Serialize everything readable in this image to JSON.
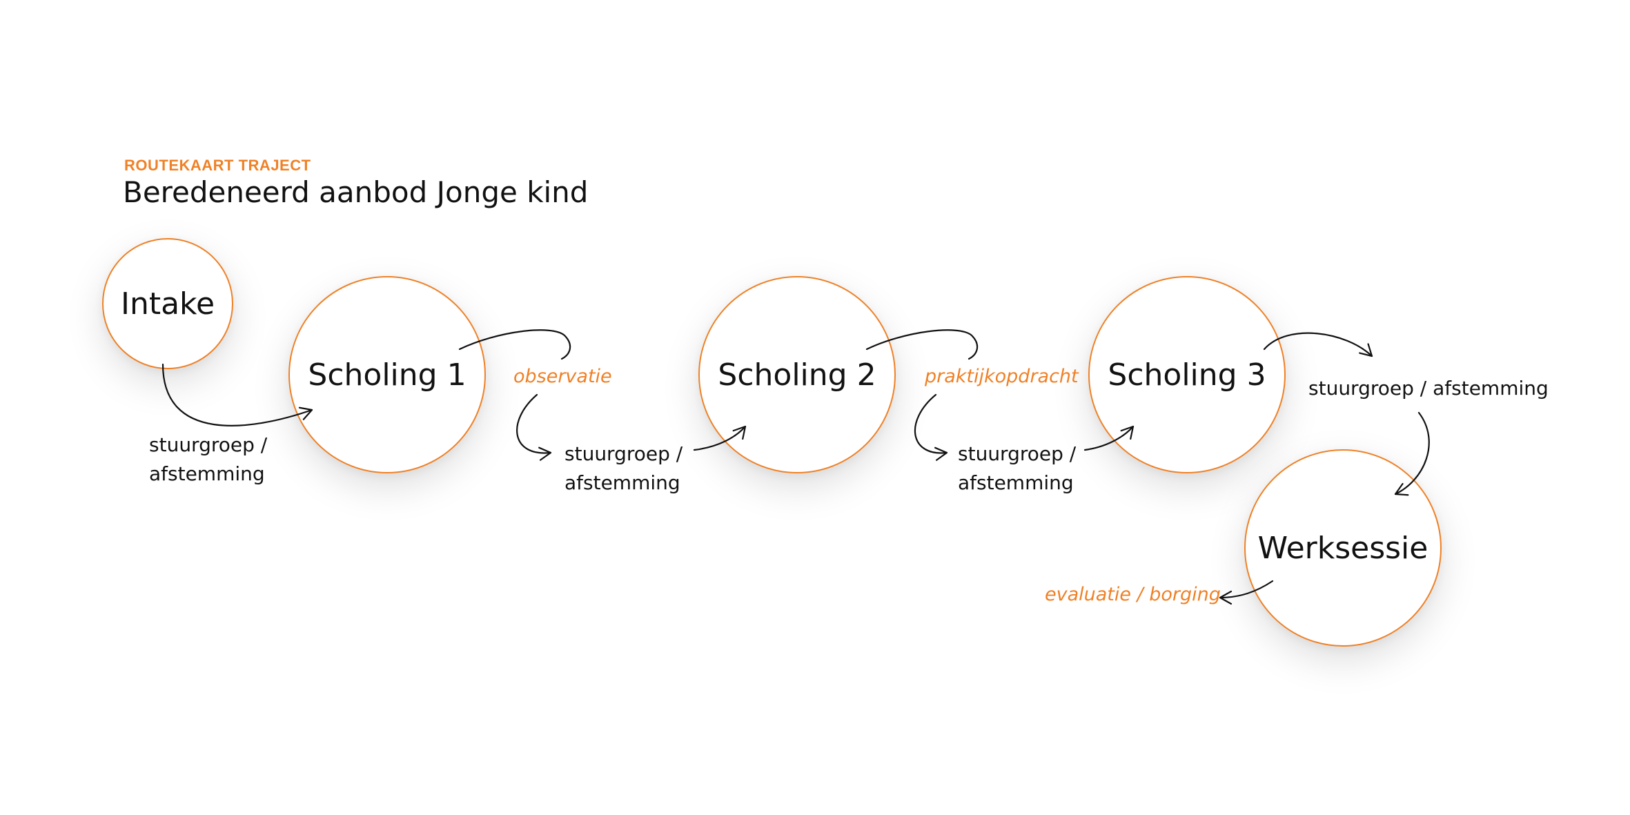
{
  "header": {
    "eyebrow": "ROUTEKAART TRAJECT",
    "title": "Beredeneerd aanbod Jonge kind"
  },
  "colors": {
    "accent": "#EF8126",
    "text": "#111111",
    "node_fill": "#FFFFFF",
    "background": "#FFFFFF"
  },
  "nodes": {
    "intake": "Intake",
    "scholing1": "Scholing 1",
    "scholing2": "Scholing 2",
    "scholing3": "Scholing 3",
    "werksessie": "Werksessie"
  },
  "labels": {
    "stuurgroep_1": {
      "line1": "stuurgroep /",
      "line2": "afstemming"
    },
    "observatie": "observatie",
    "stuurgroep_2": {
      "line1": "stuurgroep /",
      "line2": "afstemming"
    },
    "praktijkopdracht": "praktijkopdracht",
    "stuurgroep_3": {
      "line1": "stuurgroep /",
      "line2": "afstemming"
    },
    "stuurgroep_4": "stuurgroep / afstemming",
    "evaluatie": "evaluatie / borging"
  }
}
